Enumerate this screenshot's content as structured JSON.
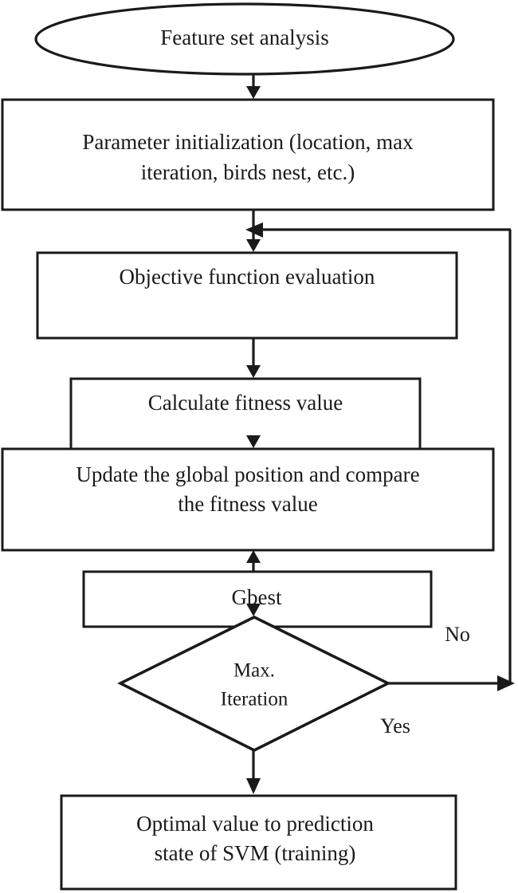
{
  "diagram": {
    "title": "Cuckoo search optimization flowchart for SVM parameter tuning",
    "background_color": "#ffffff",
    "line_color": "#1a1a1a",
    "text_color": "#1a1a1a",
    "nodes": [
      {
        "id": "start",
        "shape": "ellipse",
        "label": "Feature set analysis",
        "lines": [
          "Feature set analysis"
        ]
      },
      {
        "id": "param-init",
        "shape": "rectangle",
        "label": "Parameter initialization (location, max iteration, birds nest, etc.)",
        "lines": [
          "Parameter initialization (location, max",
          "iteration, birds nest, etc.)"
        ]
      },
      {
        "id": "objective-function",
        "shape": "rectangle",
        "label": "Objective function evaluation",
        "lines": [
          "Objective function evaluation"
        ]
      },
      {
        "id": "calculate-fitness",
        "shape": "rectangle",
        "label": "Calculate fitness value",
        "lines": [
          "Calculate fitness value"
        ]
      },
      {
        "id": "update-global",
        "shape": "rectangle",
        "label": "Update the global position and compare the fitness value",
        "lines": [
          "Update the global position and compare",
          "the fitness value"
        ]
      },
      {
        "id": "gbest",
        "shape": "rectangle",
        "label": "Gbest",
        "lines": [
          "Gbest"
        ]
      },
      {
        "id": "max-iteration",
        "shape": "diamond",
        "label": "Max. Iteration",
        "lines": [
          "Max.",
          "Iteration"
        ]
      },
      {
        "id": "optimal-value",
        "shape": "rectangle",
        "label": "Optimal value to prediction state of SVM (training)",
        "lines": [
          "Optimal value to prediction",
          "state of SVM (training)"
        ]
      }
    ],
    "edge_labels": [
      {
        "id": "no-label",
        "text": "No"
      },
      {
        "id": "yes-label",
        "text": "Yes"
      }
    ]
  }
}
